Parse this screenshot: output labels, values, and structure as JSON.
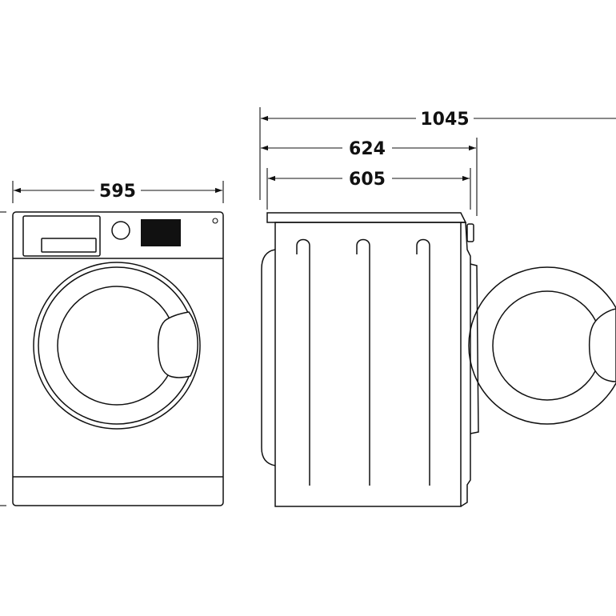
{
  "dimensions": {
    "front_width": "595",
    "total_depth_door_open": "1045",
    "depth_with_door": "624",
    "body_depth": "605"
  },
  "colors": {
    "line": "#111111",
    "background": "#ffffff"
  }
}
